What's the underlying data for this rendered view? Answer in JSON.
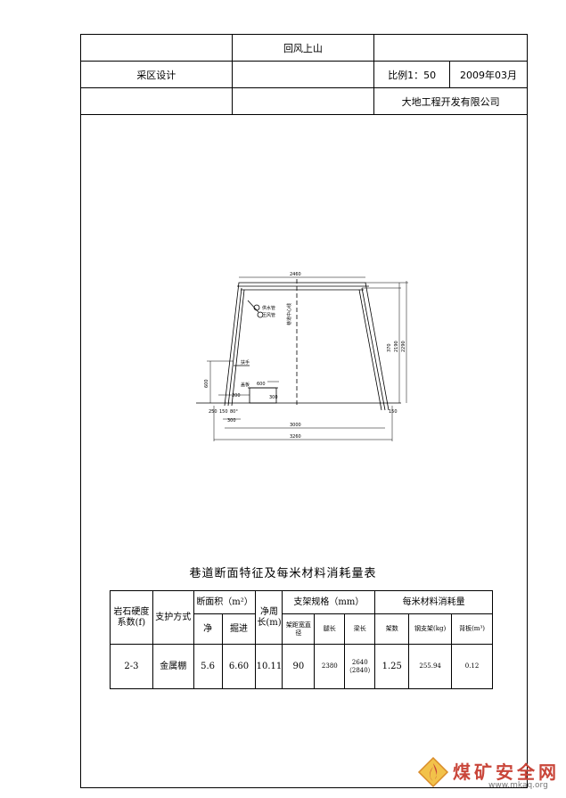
{
  "title_block": {
    "project_name": "回风上山",
    "design_label": "采区设计",
    "scale": "比例1：50",
    "date": "2009年03月",
    "company": "大地工程开发有限公司"
  },
  "drawing": {
    "top_width": "2460",
    "net_width": "3000",
    "bottom_width": "3260",
    "net_height": "2190",
    "total_height": "2290",
    "height_mid": "370",
    "ditch_width": "600",
    "ditch_depth": "300",
    "left_height": "600",
    "bottom_left_1": "200",
    "bottom_left_2": "300",
    "angle": "80°",
    "left_dim_1": "250",
    "left_dim_2": "150",
    "right_dim": "150",
    "label_iron_pipe": "供水管",
    "label_air_pipe": "压风管",
    "label_centerline": "巷道中心线",
    "label_handrail": "扶手",
    "label_cover": "盖板"
  },
  "table": {
    "title": "巷道断面特征及每米材料消耗量表",
    "headers": {
      "rock_hardness": "岩石硬度系数(f)",
      "support_type": "支护方式",
      "section_area": "断面积（m²）",
      "net": "净",
      "excavation": "掘进",
      "net_perimeter": "净周长(m)",
      "support_spec": "支架规格（mm）",
      "frame_spacing": "架距宽直径",
      "leg_length": "腿长",
      "beam_length": "梁长",
      "material": "每米材料消耗量",
      "frame_count": "架数",
      "steel_weight": "钢支架(kg)",
      "lagging": "背板(m³)"
    },
    "row": {
      "rock_hardness": "2-3",
      "support_type": "金属棚",
      "net_area": "5.6",
      "excavation_area": "6.60",
      "net_perimeter": "10.11",
      "frame_spacing": "90",
      "leg_length": "2380",
      "beam_length": "2640（2840）",
      "frame_count": "1.25",
      "steel_weight": "255.94",
      "lagging": "0.12"
    }
  },
  "watermark": {
    "text": "煤矿安全网",
    "url": "www.mkaq.org",
    "logo": "flame-logo",
    "accent_color": "#c9463a"
  }
}
